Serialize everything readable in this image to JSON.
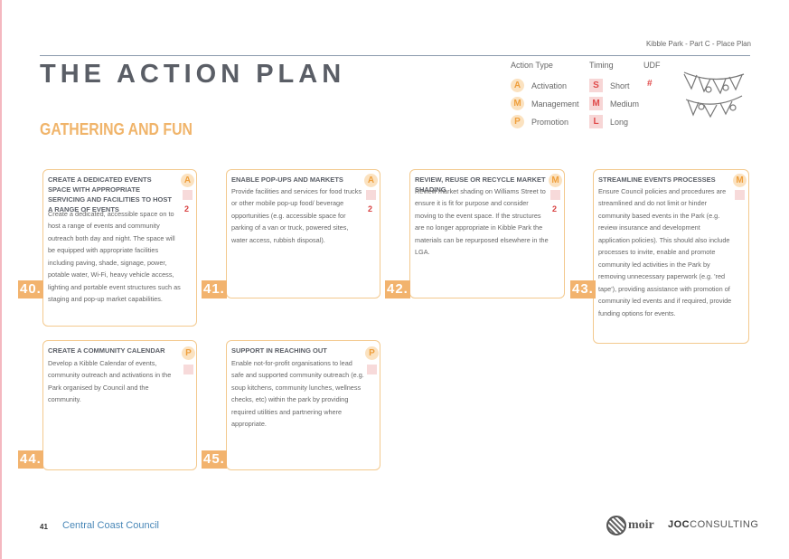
{
  "header": {
    "breadcrumb": "Kibble Park - Part C - Place Plan",
    "title": "THE ACTION PLAN",
    "section": "GATHERING AND FUN"
  },
  "legend": {
    "action_type_label": "Action Type",
    "timing_label": "Timing",
    "udf_label": "UDF",
    "action_types": [
      {
        "code": "A",
        "label": "Activation"
      },
      {
        "code": "M",
        "label": "Management"
      },
      {
        "code": "P",
        "label": "Promotion"
      }
    ],
    "timings": [
      {
        "code": "S",
        "label": "Short"
      },
      {
        "code": "M",
        "label": "Medium"
      },
      {
        "code": "L",
        "label": "Long"
      }
    ],
    "udf_symbol": "#"
  },
  "cards": [
    {
      "number": "40.",
      "title": "CREATE A DEDICATED EVENTS SPACE WITH APPROPRIATE SERVICING AND FACILITIES TO HOST A RANGE OF EVENTS",
      "body": "Create a dedicated, accessible space on to host a range of events and community outreach both day and night. The space will be equipped with appropriate facilities including paving, shade, signage, power, potable water, Wi-Fi, heavy vehicle access, lighting and portable event structures such as staging and pop-up market capabilities.",
      "action_type": "A",
      "udf": "2"
    },
    {
      "number": "41.",
      "title": "ENABLE POP-UPS AND MARKETS",
      "body": "Provide facilities and services for food trucks or other mobile pop-up food/ beverage opportunities (e.g. accessible space for parking of a van or truck, powered sites, water access, rubbish disposal).",
      "action_type": "A",
      "udf": "2"
    },
    {
      "number": "42.",
      "title": "REVIEW, REUSE OR RECYCLE MARKET SHADING",
      "body": "Review market shading on Williams Street to ensure it is fit for purpose and consider moving to the event space. If the structures are no longer appropriate in Kibble Park the materials can be repurposed elsewhere in the LGA.",
      "action_type": "M",
      "udf": "2"
    },
    {
      "number": "43.",
      "title": "STREAMLINE EVENTS PROCESSES",
      "body": "Ensure Council policies and procedures are streamlined and do not limit or hinder community based events in the Park (e.g. review insurance and development application policies). This should also include processes to invite, enable and promote community led activities in the Park by removing unnecessary paperwork (e.g. 'red tape'), providing assistance with promotion of community led events and if required, provide funding options for events.",
      "action_type": "M",
      "udf": ""
    },
    {
      "number": "44.",
      "title": "CREATE A COMMUNITY CALENDAR",
      "body": "Develop a Kibble Calendar of events, community outreach and activations in the Park organised by Council and the community.",
      "action_type": "P",
      "udf": ""
    },
    {
      "number": "45.",
      "title": "SUPPORT IN REACHING OUT",
      "body": "Enable not-for-profit organisations to lead safe and supported community outreach (e.g. soup kitchens, community lunches, wellness checks, etc) within the park by providing required utilities and partnering where appropriate.",
      "action_type": "P",
      "udf": ""
    }
  ],
  "footer": {
    "page_number": "41",
    "organisation": "Central Coast Council",
    "logo_moir": "moir",
    "logo_joc_bold": "JOC",
    "logo_joc_rest": "CONSULTING"
  }
}
